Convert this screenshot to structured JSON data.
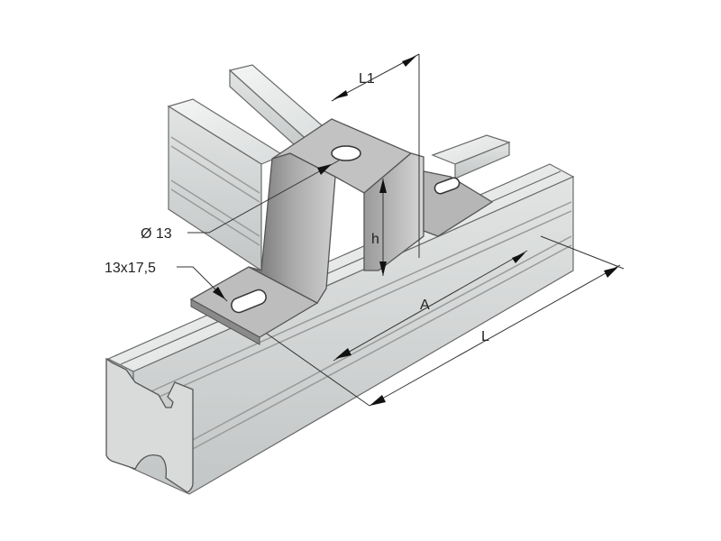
{
  "labels": {
    "diameter": "Ø 13",
    "slot": "13x17,5",
    "h": "h",
    "a": "A",
    "l": "L",
    "l1": "L1"
  },
  "colors": {
    "rail_top": "#eceeee",
    "rail_side": "#d3d6d6",
    "rail_shadow": "#b4b7b7",
    "rail_edge": "#6a6a6a",
    "bracket_top": "#b9b9b9",
    "bracket_dark": "#7d7d7d",
    "bracket_light": "#d2d2d2"
  }
}
